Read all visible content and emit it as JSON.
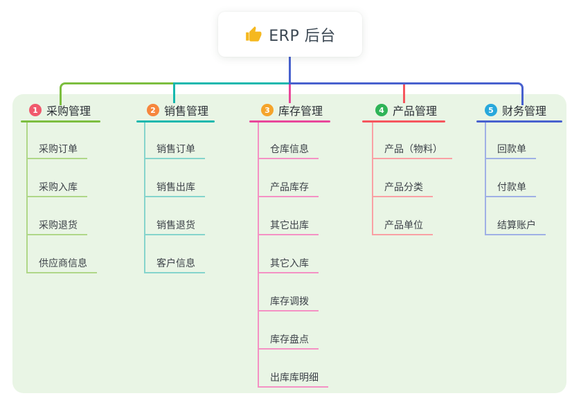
{
  "root": {
    "label": "ERP 后台",
    "icon": "thumbs-up-icon"
  },
  "branches": [
    {
      "index": "1",
      "label": "采购管理",
      "badge_color": "#F0596C",
      "line_color": "#7CBE3F",
      "child_line_color": "#AFD788",
      "children": [
        "采购订单",
        "采购入库",
        "采购退货",
        "供应商信息"
      ]
    },
    {
      "index": "2",
      "label": "销售管理",
      "badge_color": "#F6863D",
      "line_color": "#17B8AE",
      "child_line_color": "#85D4CC",
      "children": [
        "销售订单",
        "销售出库",
        "销售退货",
        "客户信息"
      ]
    },
    {
      "index": "3",
      "label": "库存管理",
      "badge_color": "#F5A42B",
      "line_color": "#E8479A",
      "child_line_color": "#F491C4",
      "children": [
        "仓库信息",
        "产品库存",
        "其它出库",
        "其它入库",
        "库存调拨",
        "库存盘点",
        "出库库明细"
      ]
    },
    {
      "index": "4",
      "label": "产品管理",
      "badge_color": "#2FB457",
      "line_color": "#F5565E",
      "child_line_color": "#F9A0A4",
      "children": [
        "产品（物料）",
        "产品分类",
        "产品单位"
      ]
    },
    {
      "index": "5",
      "label": "财务管理",
      "badge_color": "#28A8DC",
      "line_color": "#4861CE",
      "child_line_color": "#9FB0E5",
      "children": [
        "回款单",
        "付款单",
        "结算账户"
      ]
    }
  ],
  "colors": {
    "panel_background": "#E9F5E5",
    "page_background": "#FFFFFF",
    "root_stem": "#4861CE",
    "root_text": "#3D4954",
    "thumb_icon": "#F5B81F"
  }
}
